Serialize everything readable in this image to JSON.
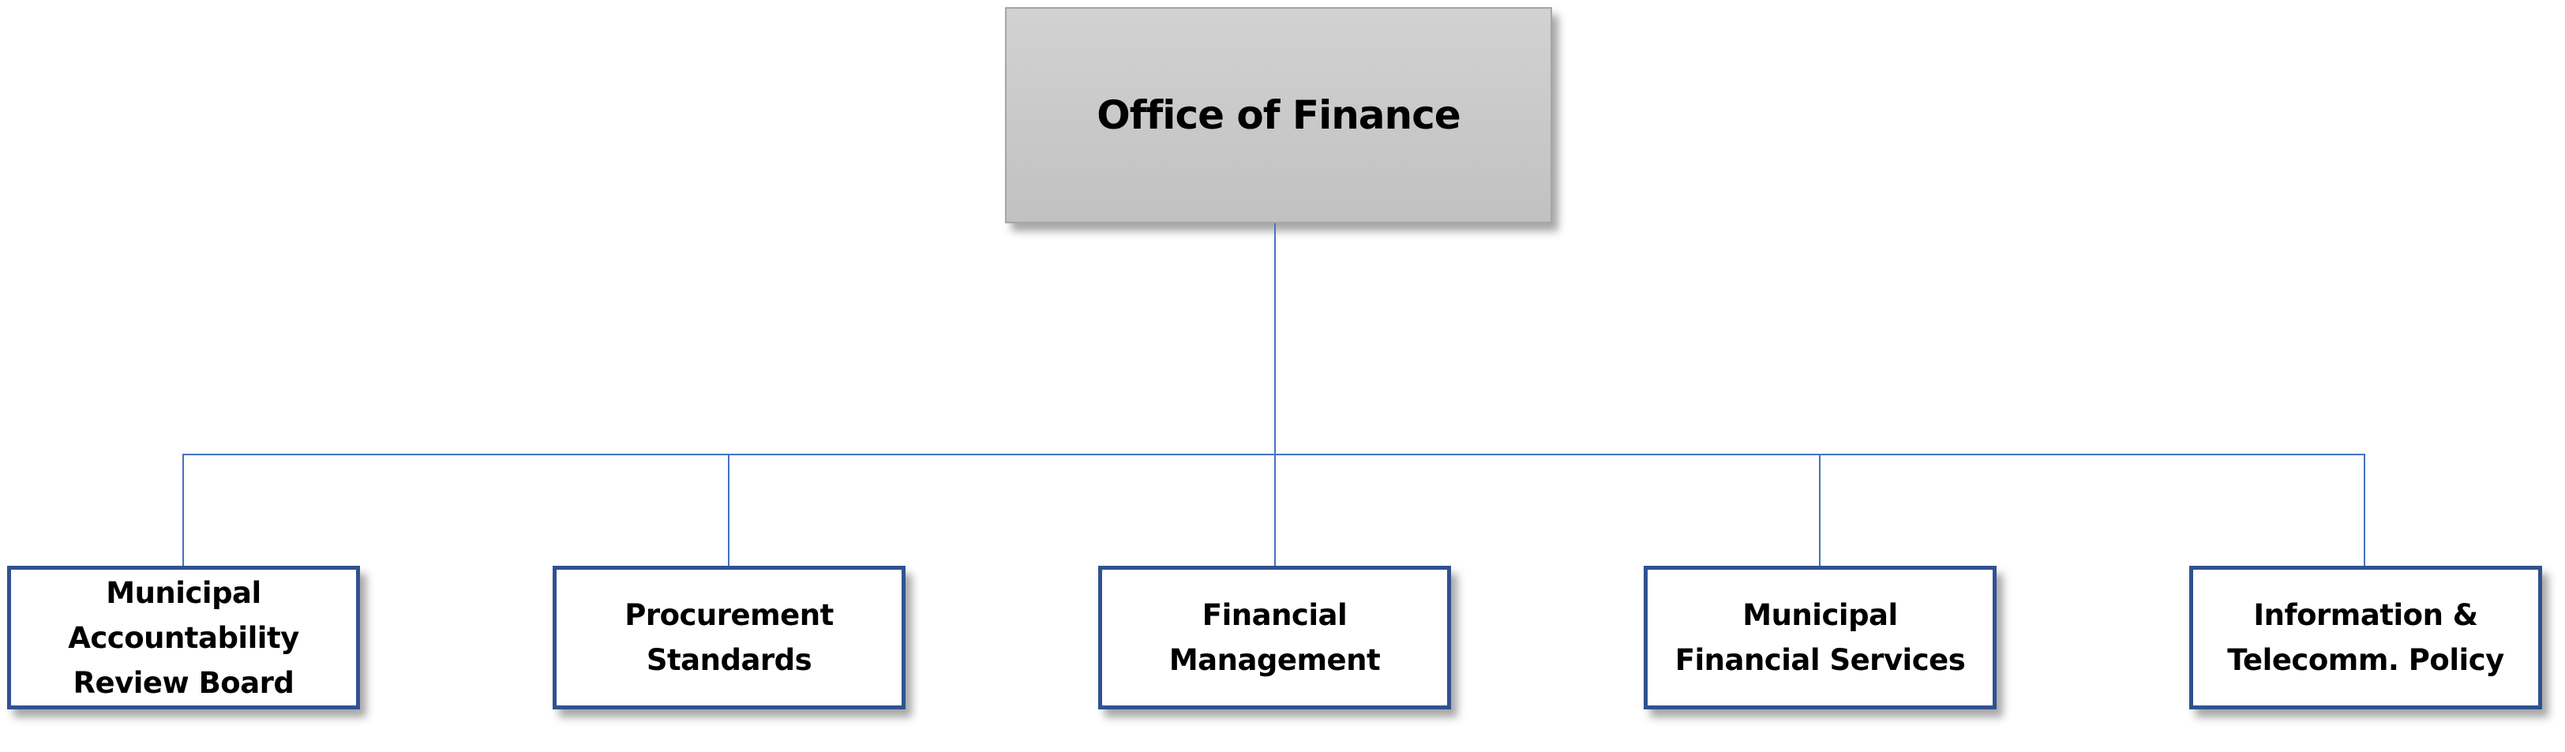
{
  "root": {
    "label": "Office of Finance"
  },
  "children": [
    {
      "lines": [
        "Municipal",
        "Accountability",
        "Review Board"
      ]
    },
    {
      "lines": [
        "Procurement",
        "Standards"
      ]
    },
    {
      "lines": [
        "Financial",
        "Management"
      ]
    },
    {
      "lines": [
        "Municipal",
        "Financial Services"
      ]
    },
    {
      "lines": [
        "Information &",
        "Telecomm. Policy"
      ]
    }
  ],
  "colors": {
    "connector": "#4472c4",
    "child_border": "#2f528f",
    "root_fill": "#c8c8c8"
  }
}
